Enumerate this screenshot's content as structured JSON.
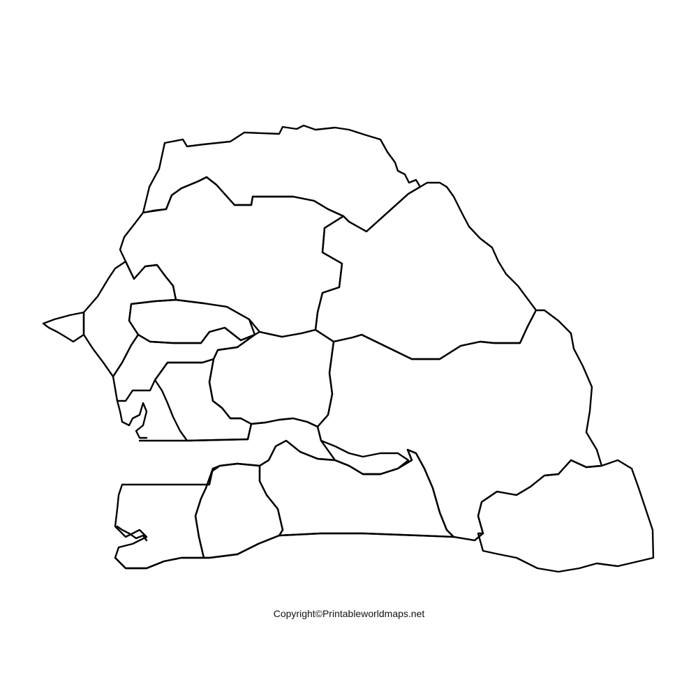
{
  "map": {
    "subject": "Senegal blank regions outline map",
    "style": "black outline, no fill",
    "stroke_color": "#000000",
    "background_color": "#ffffff",
    "copyright": "Copyright©Printableworldmaps.net"
  }
}
